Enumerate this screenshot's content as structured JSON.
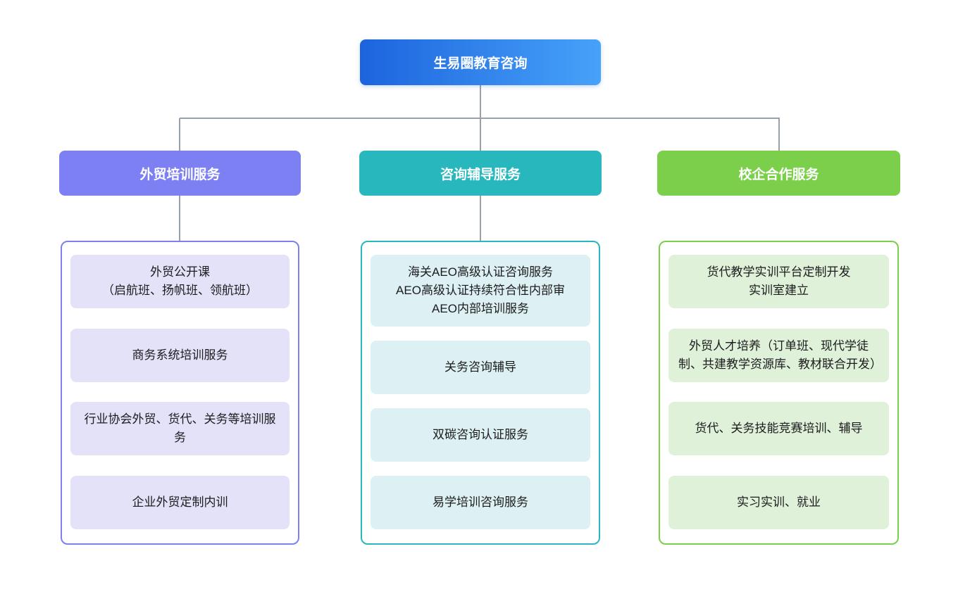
{
  "root": {
    "label": "生易圈教育咨询"
  },
  "colors": {
    "root_gradient_start": "#1C64DD",
    "root_gradient_end": "#47A2F9",
    "connector": "#98A1AA",
    "header_text": "#FFFFFF",
    "item_text": "#1C1C1E"
  },
  "branches": [
    {
      "label": "外贸培训服务",
      "color": "#7D80F2",
      "item_bg": "#E4E2F8",
      "items": [
        "外贸公开课\n（启航班、扬帆班、领航班）",
        "商务系统培训服务",
        "行业协会外贸、货代、关务等培训服务",
        "企业外贸定制内训"
      ]
    },
    {
      "label": "咨询辅导服务",
      "color": "#29B7BE",
      "item_bg": "#DDF0F3",
      "items": [
        "海关AEO高级认证咨询服务\nAEO高级认证持续符合性内部审\nAEO内部培训服务",
        "关务咨询辅导",
        "双碳咨询认证服务",
        "易学培训咨询服务"
      ]
    },
    {
      "label": "校企合作服务",
      "color": "#7BCF4B",
      "item_bg": "#DFF1D9",
      "items": [
        "货代教学实训平台定制开发\n实训室建立",
        "外贸人才培养（订单班、现代学徒制、共建教学资源库、教材联合开发）",
        "货代、关务技能竞赛培训、辅导",
        "实习实训、就业"
      ]
    }
  ]
}
